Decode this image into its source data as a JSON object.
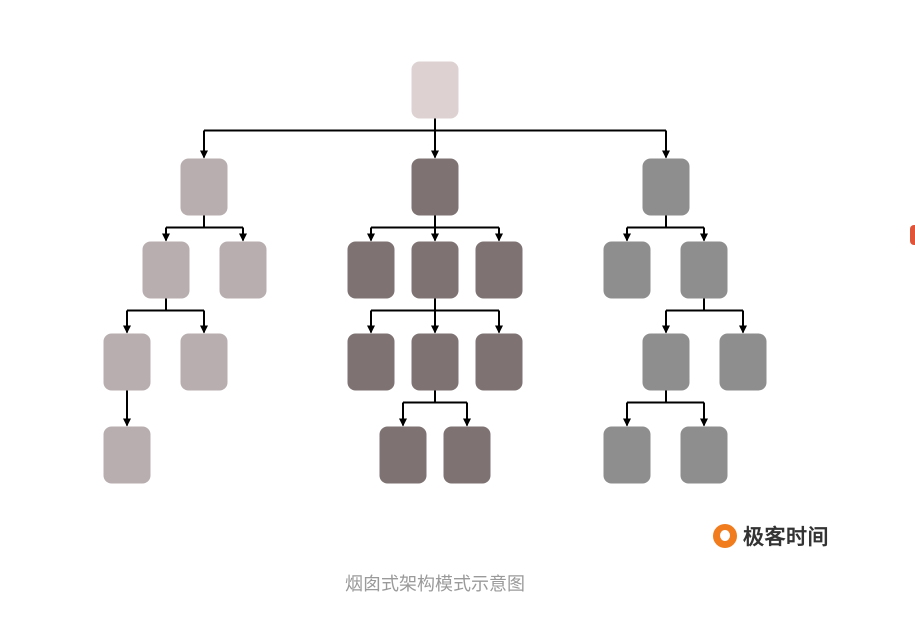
{
  "caption": "烟囱式架构模式示意图",
  "logo": {
    "text": "极客时间",
    "icon": "geektime-logo-icon"
  },
  "colors": {
    "root": "#ddd1d2",
    "left_branch": "#b8aeaf",
    "middle_branch": "#7e7272",
    "right_branch": "#8e8e8e",
    "connector": "#000000",
    "caption": "#9a9a9a",
    "logo": "#f07c1e"
  },
  "tree": {
    "id": "root",
    "color": "root",
    "children": [
      {
        "id": "left",
        "color": "left_branch",
        "children": [
          {
            "id": "left-1",
            "color": "left_branch",
            "children": [
              {
                "id": "left-1-1",
                "color": "left_branch",
                "children": [
                  {
                    "id": "left-1-1-1",
                    "color": "left_branch",
                    "children": []
                  }
                ]
              },
              {
                "id": "left-1-2",
                "color": "left_branch",
                "children": []
              }
            ]
          },
          {
            "id": "left-2",
            "color": "left_branch",
            "children": []
          }
        ]
      },
      {
        "id": "middle",
        "color": "middle_branch",
        "children": [
          {
            "id": "middle-1",
            "color": "middle_branch",
            "children": []
          },
          {
            "id": "middle-2",
            "color": "middle_branch",
            "children": [
              {
                "id": "middle-2-1",
                "color": "middle_branch",
                "children": []
              },
              {
                "id": "middle-2-2",
                "color": "middle_branch",
                "children": [
                  {
                    "id": "middle-2-2-1",
                    "color": "middle_branch",
                    "children": []
                  },
                  {
                    "id": "middle-2-2-2",
                    "color": "middle_branch",
                    "children": []
                  }
                ]
              },
              {
                "id": "middle-2-3",
                "color": "middle_branch",
                "children": []
              }
            ]
          },
          {
            "id": "middle-3",
            "color": "middle_branch",
            "children": []
          }
        ]
      },
      {
        "id": "right",
        "color": "right_branch",
        "children": [
          {
            "id": "right-1",
            "color": "right_branch",
            "children": []
          },
          {
            "id": "right-2",
            "color": "right_branch",
            "children": [
              {
                "id": "right-2-1",
                "color": "right_branch",
                "children": [
                  {
                    "id": "right-2-1-1",
                    "color": "right_branch",
                    "children": []
                  },
                  {
                    "id": "right-2-1-2",
                    "color": "right_branch",
                    "children": []
                  }
                ]
              },
              {
                "id": "right-2-2",
                "color": "right_branch",
                "children": []
              }
            ]
          }
        ]
      }
    ]
  }
}
